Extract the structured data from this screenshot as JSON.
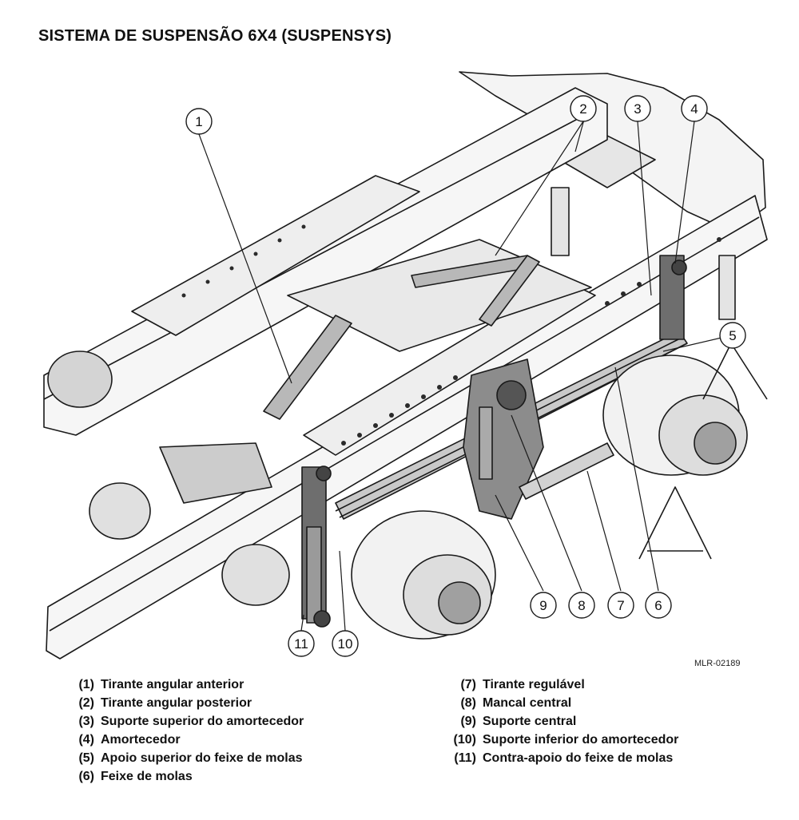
{
  "title": "SISTEMA DE SUSPENSÃO 6X4 (SUSPENSYS)",
  "image_code": "MLR-02189",
  "callouts": [
    "1",
    "2",
    "3",
    "4",
    "5",
    "6",
    "7",
    "8",
    "9",
    "10",
    "11"
  ],
  "legend_left": [
    {
      "num": "(1)",
      "label": "Tirante angular anterior"
    },
    {
      "num": "(2)",
      "label": "Tirante angular posterior"
    },
    {
      "num": "(3)",
      "label": "Suporte superior do amortecedor"
    },
    {
      "num": "(4)",
      "label": "Amortecedor"
    },
    {
      "num": "(5)",
      "label": "Apoio superior do feixe de molas"
    },
    {
      "num": "(6)",
      "label": "Feixe de molas"
    }
  ],
  "legend_right": [
    {
      "num": "(7)",
      "label": "Tirante regulável"
    },
    {
      "num": "(8)",
      "label": "Mancal central"
    },
    {
      "num": "(9)",
      "label": "Suporte central"
    },
    {
      "num": "(10)",
      "label": "Suporte inferior do amortecedor"
    },
    {
      "num": "(11)",
      "label": "Contra-apoio do feixe de molas"
    }
  ],
  "colors": {
    "line": "#1a1a1a",
    "fill_light": "#f2f2f2",
    "fill_mid": "#c8c8c8",
    "fill_dark": "#6e6e6e"
  }
}
